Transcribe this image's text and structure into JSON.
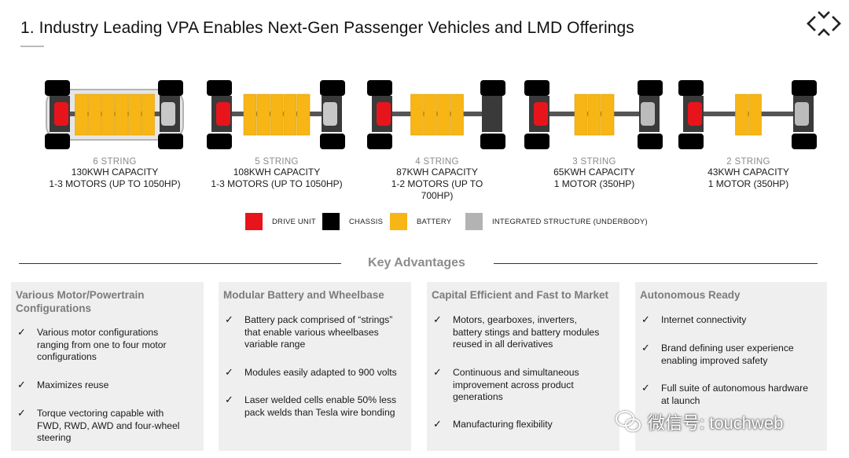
{
  "title": "1. Industry Leading VPA Enables Next-Gen Passenger Vehicles and LMD Offerings",
  "logo_icon": "ff-logo-icon",
  "variants": [
    {
      "strings": 6,
      "string_label": "6 STRING",
      "capacity": "130KWH CAPACITY",
      "motors": "1-3 MOTORS (UP TO 1050HP)",
      "motors2": ""
    },
    {
      "strings": 5,
      "string_label": "5 STRING",
      "capacity": "108KWH CAPACITY",
      "motors": "1-3 MOTORS (UP TO 1050HP)",
      "motors2": ""
    },
    {
      "strings": 4,
      "string_label": "4 STRING",
      "capacity": "87KWH CAPACITY",
      "motors": "1-2 MOTORS (UP TO",
      "motors2": "700HP)"
    },
    {
      "strings": 3,
      "string_label": "3 STRING",
      "capacity": "65KWH CAPACITY",
      "motors": "1 MOTOR (350HP)",
      "motors2": ""
    },
    {
      "strings": 2,
      "string_label": "2 STRING",
      "capacity": "43KWH CAPACITY",
      "motors": "1 MOTOR (350HP)",
      "motors2": ""
    }
  ],
  "legend": [
    {
      "label": "DRIVE UNIT",
      "color": "#e8141c"
    },
    {
      "label": "CHASSIS",
      "color": "#000000"
    },
    {
      "label": "BATTERY",
      "color": "#f7b516"
    },
    {
      "label": "INTEGRATED STRUCTURE (UNDERBODY)",
      "color": "#b3b3b3"
    }
  ],
  "key_advantages_title": "Key Advantages",
  "columns": [
    {
      "heading": [
        "Various Motor/Powertrain",
        "Configurations"
      ],
      "bullets": [
        [
          "Various motor configurations",
          "ranging from one to four motor",
          "configurations"
        ],
        [
          "Maximizes reuse"
        ],
        [
          "Torque vectoring capable with",
          "FWD, RWD, AWD and four-wheel",
          "steering"
        ]
      ]
    },
    {
      "heading": [
        "Modular Battery and Wheelbase"
      ],
      "bullets": [
        [
          "Battery pack comprised of “strings”",
          "that enable various wheelbases",
          "variable range"
        ],
        [
          "Modules easily adapted to 900 volts"
        ],
        [
          "Laser welded cells enable 50% less",
          "pack welds than Tesla wire bonding"
        ]
      ]
    },
    {
      "heading": [
        "Capital Efficient and Fast to Market"
      ],
      "bullets": [
        [
          "Motors, gearboxes, inverters,",
          "battery stings and battery modules",
          "reused in all derivatives"
        ],
        [
          "Continuous and simultaneous",
          "improvement across product",
          "generations"
        ],
        [
          "Manufacturing flexibility"
        ]
      ]
    },
    {
      "heading": [
        "Autonomous Ready"
      ],
      "bullets": [
        [
          "Internet connectivity"
        ],
        [
          "Brand defining user experience",
          "enabling improved safety"
        ],
        [
          "Full suite of autonomous hardware",
          "at launch"
        ]
      ]
    }
  ],
  "check_glyph": "✓",
  "watermark": {
    "text": "微信号: touchweb",
    "icon": "wechat-icon"
  }
}
